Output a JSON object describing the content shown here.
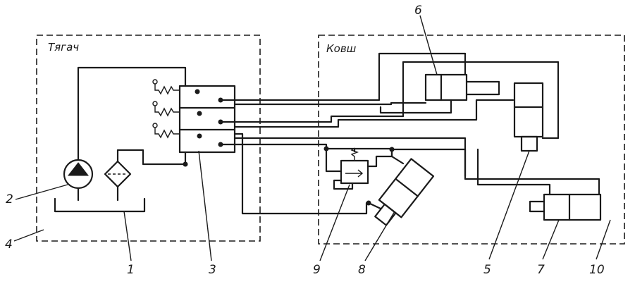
{
  "regions": {
    "tractor_label": "Тягач",
    "bucket_label": "Ковш"
  },
  "callouts": {
    "c1": "1",
    "c2": "2",
    "c3": "3",
    "c4": "4",
    "c5": "5",
    "c6": "6",
    "c7": "7",
    "c8": "8",
    "c9": "9",
    "c10": "10"
  }
}
